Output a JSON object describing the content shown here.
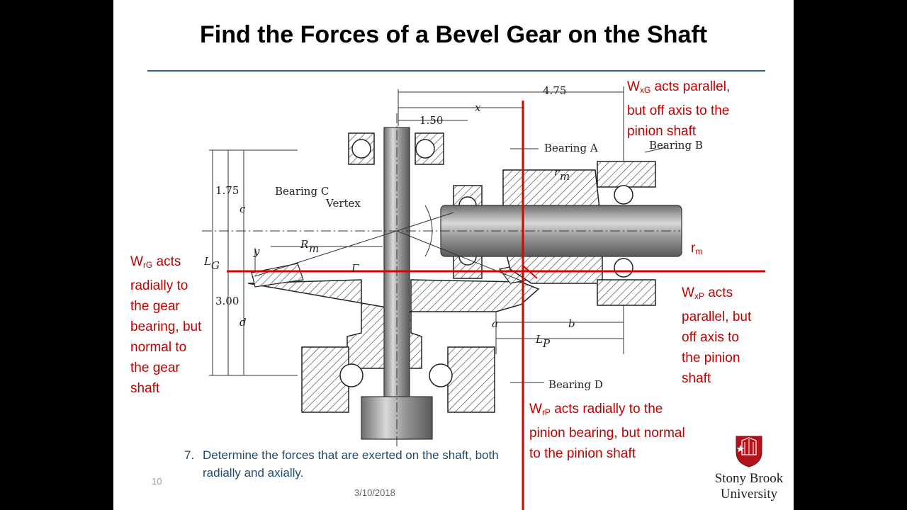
{
  "slide": {
    "title": "Find the Forces of a Bevel Gear on the Shaft",
    "date": "3/10/2018",
    "page_number": "10",
    "question_number": "7.",
    "question_line1": "Determine the forces that are exerted on the shaft, both",
    "question_line2": "radially and axially."
  },
  "annotations": {
    "wxg_main": "W",
    "wxg_sub": "xG",
    "wxg_rest": " acts parallel,",
    "wxg_line2": "but off axis to the",
    "wxg_line3": "pinion shaft",
    "wrg_main": "W",
    "wrg_sub": "rG",
    "wrg_rest": " acts",
    "wrg_line2": "radially to",
    "wrg_line3": "the gear",
    "wrg_line4": "bearing, but",
    "wrg_line5": "normal to",
    "wrg_line6": "the gear",
    "wrg_line7": "shaft",
    "wxp_main": "W",
    "wxp_sub": "xP",
    "wxp_rest": " acts",
    "wxp_line2": "parallel, but",
    "wxp_line3": "off axis to",
    "wxp_line4": "the pinion",
    "wxp_line5": "shaft",
    "wrp_main": "W",
    "wrp_sub": "rP",
    "wrp_rest": " acts radially to the",
    "wrp_line2": "pinion bearing, but normal",
    "wrp_line3": "to the pinion shaft",
    "rm_main": "r",
    "rm_sub": "m"
  },
  "diagram_labels": {
    "dim_475": "4.75",
    "dim_x": "x",
    "dim_150": "1.50",
    "bearing_a": "Bearing A",
    "bearing_b": "Bearing B",
    "bearing_c": "Bearing C",
    "bearing_d": "Bearing D",
    "rm": "r",
    "rm_sub": "m",
    "vertex": "Vertex",
    "dim_175": "1.75",
    "c": "c",
    "LG": "L",
    "LG_sub": "G",
    "y": "y",
    "Rm": "R",
    "Rm_sub": "m",
    "gamma": "Γ",
    "dim_300": "3.00",
    "d": "d",
    "a": "a",
    "b": "b",
    "LP": "L",
    "LP_sub": "P"
  },
  "logo": {
    "line1": "Stony Brook",
    "line2": "University"
  },
  "colors": {
    "annotation": "#c00000",
    "accent_rule": "#2e5f7e",
    "logo_red": "#b5121b"
  }
}
